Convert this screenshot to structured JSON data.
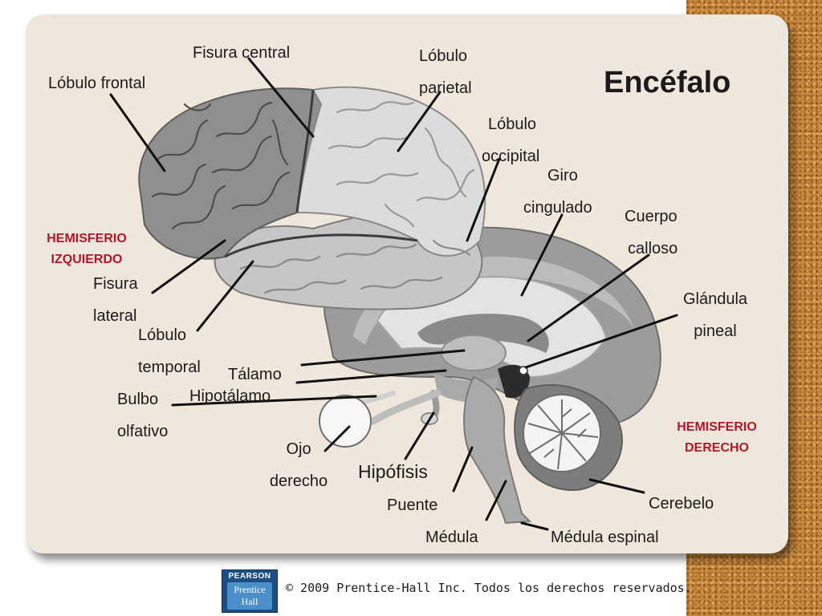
{
  "title": "Encéfalo",
  "hemispheres": {
    "left": [
      "HEMISFERIO",
      "IZQUIERDO"
    ],
    "right": [
      "HEMISFERIO",
      "DERECHO"
    ]
  },
  "labels": {
    "fisura_central": "Fisura central",
    "lobulo_parietal": [
      "Lóbulo",
      "parietal"
    ],
    "lobulo_frontal": "Lóbulo frontal",
    "lobulo_occipital": [
      "Lóbulo",
      "occipital"
    ],
    "giro_cingulado": [
      "Giro",
      "cingulado"
    ],
    "cuerpo_calloso": [
      "Cuerpo",
      "calloso"
    ],
    "fisura_lateral": [
      "Fisura",
      "lateral"
    ],
    "glandula_pineal": [
      "Glándula",
      "pineal"
    ],
    "lobulo_temporal": [
      "Lóbulo",
      "temporal"
    ],
    "talamo": "Tálamo",
    "bulbo_olfativo": [
      "Bulbo",
      "olfativo"
    ],
    "hipotalamo": "Hipotálamo",
    "ojo_derecho": [
      "Ojo",
      "derecho"
    ],
    "hipofisis": "Hipófisis",
    "puente": "Puente",
    "cerebelo": "Cerebelo",
    "medula": "Médula",
    "medula_espinal": "Médula espinal"
  },
  "footer": {
    "publisher_top": "PEARSON",
    "publisher_line1": "Prentice",
    "publisher_line2": "Hall",
    "copyright": "© 2009 Prentice-Hall Inc. Todos los derechos reservados."
  },
  "colors": {
    "panel": "#efe7dc",
    "frontal_lobe": "#8f8f8f",
    "parietal_lobe": "#dcdcdc",
    "temporal_lobe": "#c4c4c4",
    "label_red": "#b0172a"
  }
}
